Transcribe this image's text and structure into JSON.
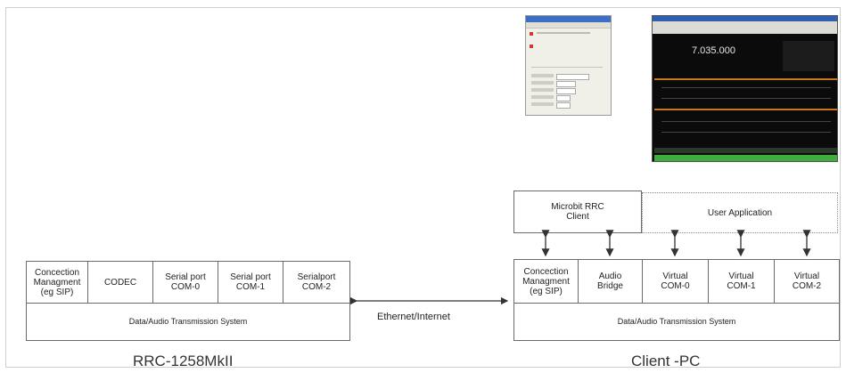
{
  "left": {
    "title": "RRC-1258MkII",
    "cells": [
      "Concection\nManagment\n(eg SIP)",
      "CODEC",
      "Serial port\nCOM-0",
      "Serial port\nCOM-1",
      "Serialport\nCOM-2"
    ],
    "base": "Data/Audio Transmission System"
  },
  "link_label": "Ethernet/Internet",
  "right": {
    "title": "Client -PC",
    "client_box": "Microbit RRC\nClient",
    "user_app": "User Application",
    "cells": [
      "Concection\nManagment\n(eg SIP)",
      "Audio\nBridge",
      "Virtual\nCOM-0",
      "Virtual\nCOM-1",
      "Virtual\nCOM-2"
    ],
    "base": "Data/Audio Transmission System"
  },
  "radio_display": {
    "frequency": "7.035.000"
  },
  "colors": {
    "line": "#6b6b6b",
    "dark_screen": "#0b0b0b",
    "window_bg": "#f1f0e8"
  }
}
